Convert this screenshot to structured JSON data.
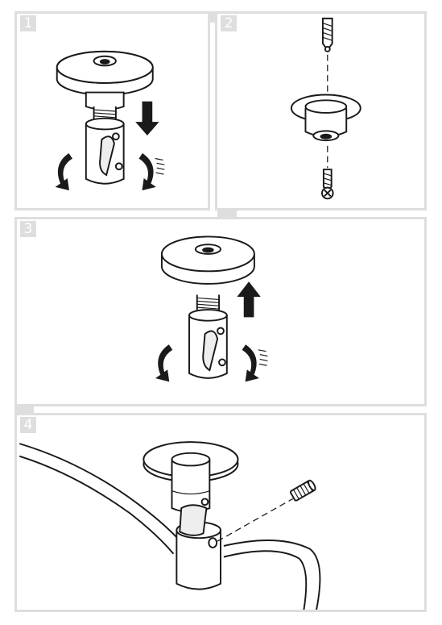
{
  "steps": [
    {
      "number": "1"
    },
    {
      "number": "2"
    },
    {
      "number": "3"
    },
    {
      "number": "4"
    }
  ],
  "colors": {
    "frame": "#dedede",
    "ink": "#1a1a1a",
    "shade": "#eeeeee"
  }
}
